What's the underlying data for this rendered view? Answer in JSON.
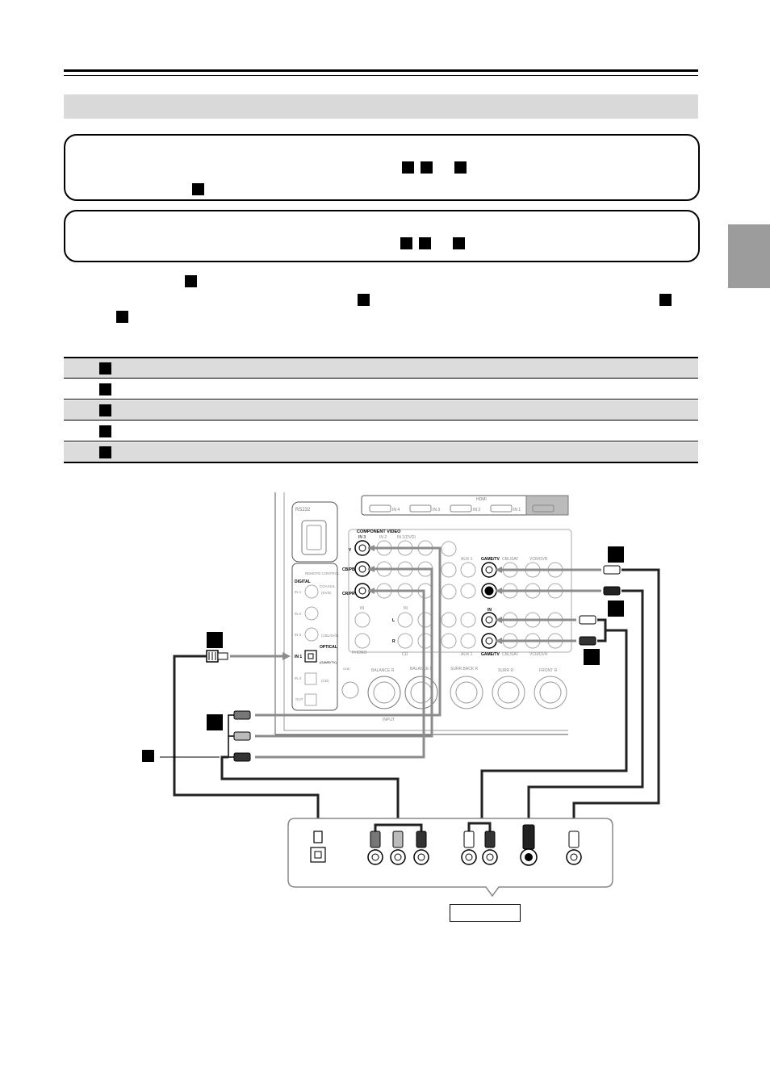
{
  "page": {
    "background": "#ffffff",
    "band_color": "#d9d9d9",
    "tab_color": "#9c9c9c",
    "cable_gray": "#8c8c8c",
    "cable_dark": "#222222"
  },
  "diagram": {
    "receiver_labels": {
      "rs232": "RS232",
      "hdmi": "HDMI",
      "hdmi_in4": "IN 4",
      "hdmi_in3": "IN 3",
      "hdmi_in2": "IN 2",
      "hdmi_in1": "IN 1",
      "component_video": "COMPONENT VIDEO",
      "comp_in3": "IN 3",
      "comp_in2": "IN 2",
      "comp_in1": "IN 1(DVD)",
      "y": "Y",
      "cb": "CB/PB",
      "cr": "CR/PR",
      "aux1_top": "AUX 1",
      "game_tv_top": "GAME/TV",
      "cbl_sat_top": "CBL/SAT",
      "vcr_dvr_top": "VCR/DVR",
      "game_tv_bottom": "GAME/TV",
      "cbl_sat_bottom": "CBL/SAT",
      "vcr_dvr_bottom": "VCR/DVR",
      "aux1_bottom": "AUX 1",
      "in_label": "IN",
      "remote_control": "REMOTE CONTROL",
      "digital": "DIGITAL",
      "coaxial": "COAXIAL",
      "dig_in1": "IN 1",
      "dig_in2": "IN 2",
      "dig_in3": "IN 3",
      "dvd": "(DVD)",
      "cbl_sat_coax": "(CBL/SAT)",
      "optical": "OPTICAL",
      "opt_in1": "IN 1",
      "game_tv_opt": "(GAME/TV)",
      "opt_in2": "IN 2",
      "cd_opt": "(CD)",
      "out": "OUT",
      "phono": "PHONO",
      "cd": "CD",
      "l": "L",
      "r": "R",
      "gnd": "GND",
      "balance_r": "BALANCE R",
      "balance_l": "BALANCE L",
      "surr_back_r": "SURR BACK R",
      "surr_r": "SURR R",
      "front_r": "FRONT R",
      "input": "INPUT"
    }
  }
}
